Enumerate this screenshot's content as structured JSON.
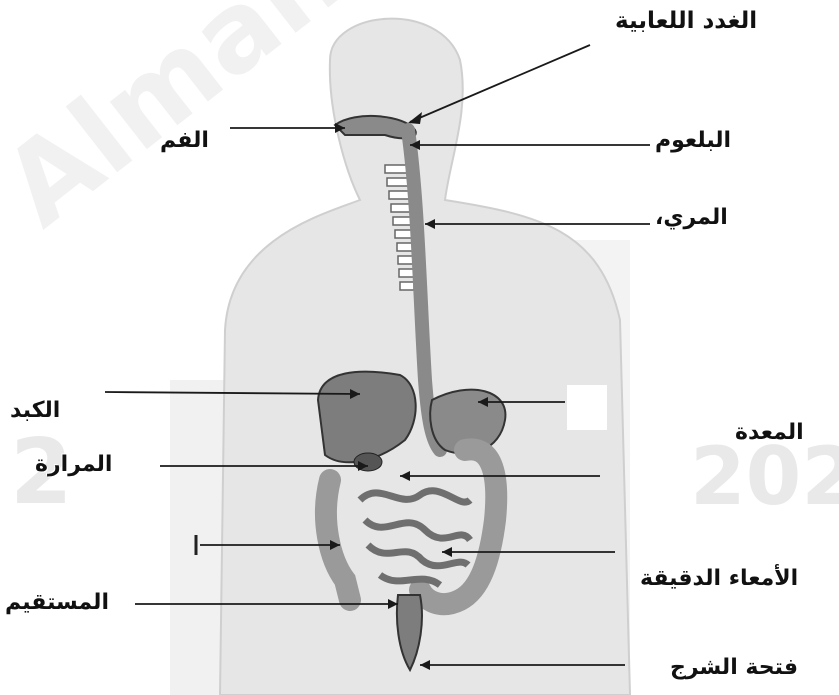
{
  "labels": {
    "salivary_glands": "الغدد اللعابية",
    "mouth": "الفم",
    "pharynx": "البلعوم",
    "esophagus": "المري،",
    "liver": "الكبد",
    "stomach": "المعدة",
    "gallbladder": "المرارة",
    "small_intestine": "الأمعاء الدقيقة",
    "rectum": "المستقيم",
    "anus": "فتحة الشرج"
  },
  "watermarks": {
    "site": "Almanahj.com",
    "year_left": "2",
    "year_right": "202"
  },
  "colors": {
    "body_fill": "#e6e6e6",
    "organ_fill": "#8a8a8a",
    "line": "#1a1a1a"
  }
}
